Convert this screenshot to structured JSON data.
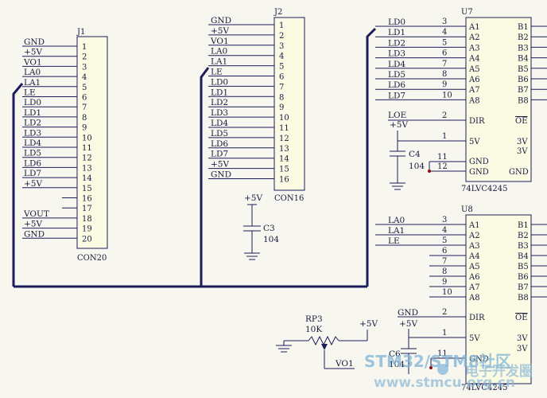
{
  "j1": {
    "ref": "J1",
    "part": "CON20",
    "pins": [
      "1",
      "2",
      "3",
      "4",
      "5",
      "6",
      "7",
      "8",
      "9",
      "10",
      "11",
      "12",
      "13",
      "14",
      "15",
      "16",
      "17",
      "18",
      "19",
      "20"
    ],
    "nets": [
      "GND",
      "+5V",
      "VO1",
      "LA0",
      "LA1",
      "LE",
      "LD0",
      "LD1",
      "LD2",
      "LD3",
      "LD4",
      "LD5",
      "LD6",
      "LD7",
      "+5V",
      "",
      "",
      "VOUT",
      "+5V",
      "GND"
    ]
  },
  "j2": {
    "ref": "J2",
    "part": "CON16",
    "pins": [
      "1",
      "2",
      "3",
      "4",
      "5",
      "6",
      "7",
      "8",
      "9",
      "10",
      "11",
      "12",
      "13",
      "14",
      "15",
      "16"
    ],
    "nets": [
      "GND",
      "+5V",
      "VO1",
      "LA0",
      "LA1",
      "LE",
      "LD0",
      "LD1",
      "LD2",
      "LD3",
      "LD4",
      "LD5",
      "LD6",
      "LD7",
      "+5V",
      "GND"
    ]
  },
  "c3": {
    "ref": "C3",
    "value": "104",
    "supply": "+5V"
  },
  "u7": {
    "ref": "U7",
    "part": "74LVC4245",
    "left_pins": [
      {
        "name": "A1",
        "num": "3",
        "net": "LD0"
      },
      {
        "name": "A2",
        "num": "4",
        "net": "LD1"
      },
      {
        "name": "A3",
        "num": "5",
        "net": "LD2"
      },
      {
        "name": "A4",
        "num": "6",
        "net": "LD3"
      },
      {
        "name": "A5",
        "num": "7",
        "net": "LD4"
      },
      {
        "name": "A6",
        "num": "8",
        "net": "LD5"
      },
      {
        "name": "A7",
        "num": "9",
        "net": "LD6"
      },
      {
        "name": "A8",
        "num": "10",
        "net": "LD7"
      }
    ],
    "right_pins": [
      "B1",
      "B2",
      "B3",
      "B4",
      "B5",
      "B6",
      "B7",
      "B8"
    ],
    "dir": {
      "name": "DIR",
      "num": "2",
      "net": "LOE"
    },
    "oe": "OE",
    "v5": {
      "name": "5V",
      "num": "1",
      "net": "+5V"
    },
    "v3a": "3V",
    "v3b": "3V",
    "gnd1": {
      "name": "GND",
      "num": "11"
    },
    "gnd2": {
      "name": "GND",
      "num": "12"
    },
    "gnd_r": "GND",
    "cap": {
      "ref": "C4",
      "value": "104"
    }
  },
  "u8": {
    "ref": "U8",
    "part": "74LVC4245",
    "left_pins": [
      {
        "name": "A1",
        "num": "3",
        "net": "LA0"
      },
      {
        "name": "A2",
        "num": "4",
        "net": "LA1"
      },
      {
        "name": "A3",
        "num": "5",
        "net": "LE"
      },
      {
        "name": "A4",
        "num": "6",
        "net": ""
      },
      {
        "name": "A5",
        "num": "7",
        "net": ""
      },
      {
        "name": "A6",
        "num": "8",
        "net": ""
      },
      {
        "name": "A7",
        "num": "9",
        "net": ""
      },
      {
        "name": "A8",
        "num": "10",
        "net": ""
      }
    ],
    "right_pins": [
      "B1",
      "B2",
      "B3",
      "B4",
      "B5",
      "B6",
      "B7",
      "B8"
    ],
    "dir": {
      "name": "DIR",
      "num": "2",
      "net": "GND"
    },
    "oe": "OE",
    "v5": {
      "name": "5V",
      "num": "1",
      "net": "+5V"
    },
    "v3a": "3V",
    "v3b": "3V",
    "gnd1": {
      "name": "GND",
      "num": "11"
    },
    "cap": {
      "ref": "C6",
      "value": "104"
    }
  },
  "rp3": {
    "ref": "RP3",
    "value": "10K",
    "supply": "+5V",
    "wiper": "VO1"
  },
  "watermark": {
    "line1": "STM32/STM8社区",
    "line2": "www.stmcu.org.cn",
    "logo_text": "电子开发圈"
  }
}
